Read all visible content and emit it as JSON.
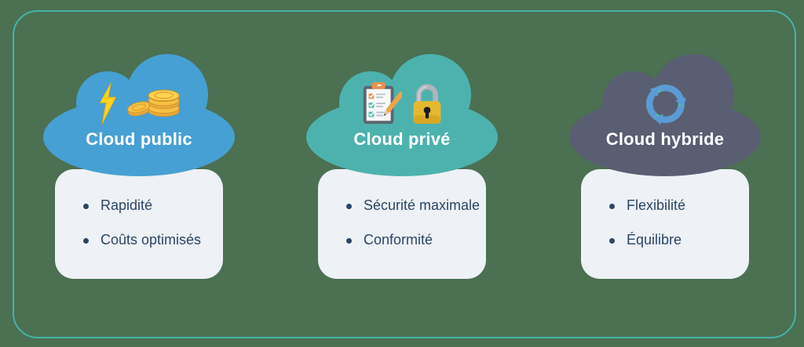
{
  "page": {
    "background_color": "#4B7052",
    "frame_border_color": "#45B3AB",
    "card_background": "#EEF1F5",
    "item_text_color": "#2B4667",
    "title_text_color": "#FFFFFF"
  },
  "cards": [
    {
      "id": "cloud-public",
      "title": "Cloud public",
      "cloud_color": "#47A0D3",
      "icons": [
        "lightning-icon",
        "coins-icon"
      ],
      "items": [
        "Rapidité",
        "Coûts optimisés"
      ]
    },
    {
      "id": "cloud-prive",
      "title": "Cloud privé",
      "cloud_color": "#4DB2AD",
      "icons": [
        "checklist-icon",
        "padlock-icon"
      ],
      "items": [
        "Sécurité maximale",
        "Conformité"
      ]
    },
    {
      "id": "cloud-hybride",
      "title": "Cloud hybride",
      "cloud_color": "#5A5E73",
      "icons": [
        "sync-arrows-icon"
      ],
      "items": [
        "Flexibilité",
        "Équilibre"
      ]
    }
  ]
}
